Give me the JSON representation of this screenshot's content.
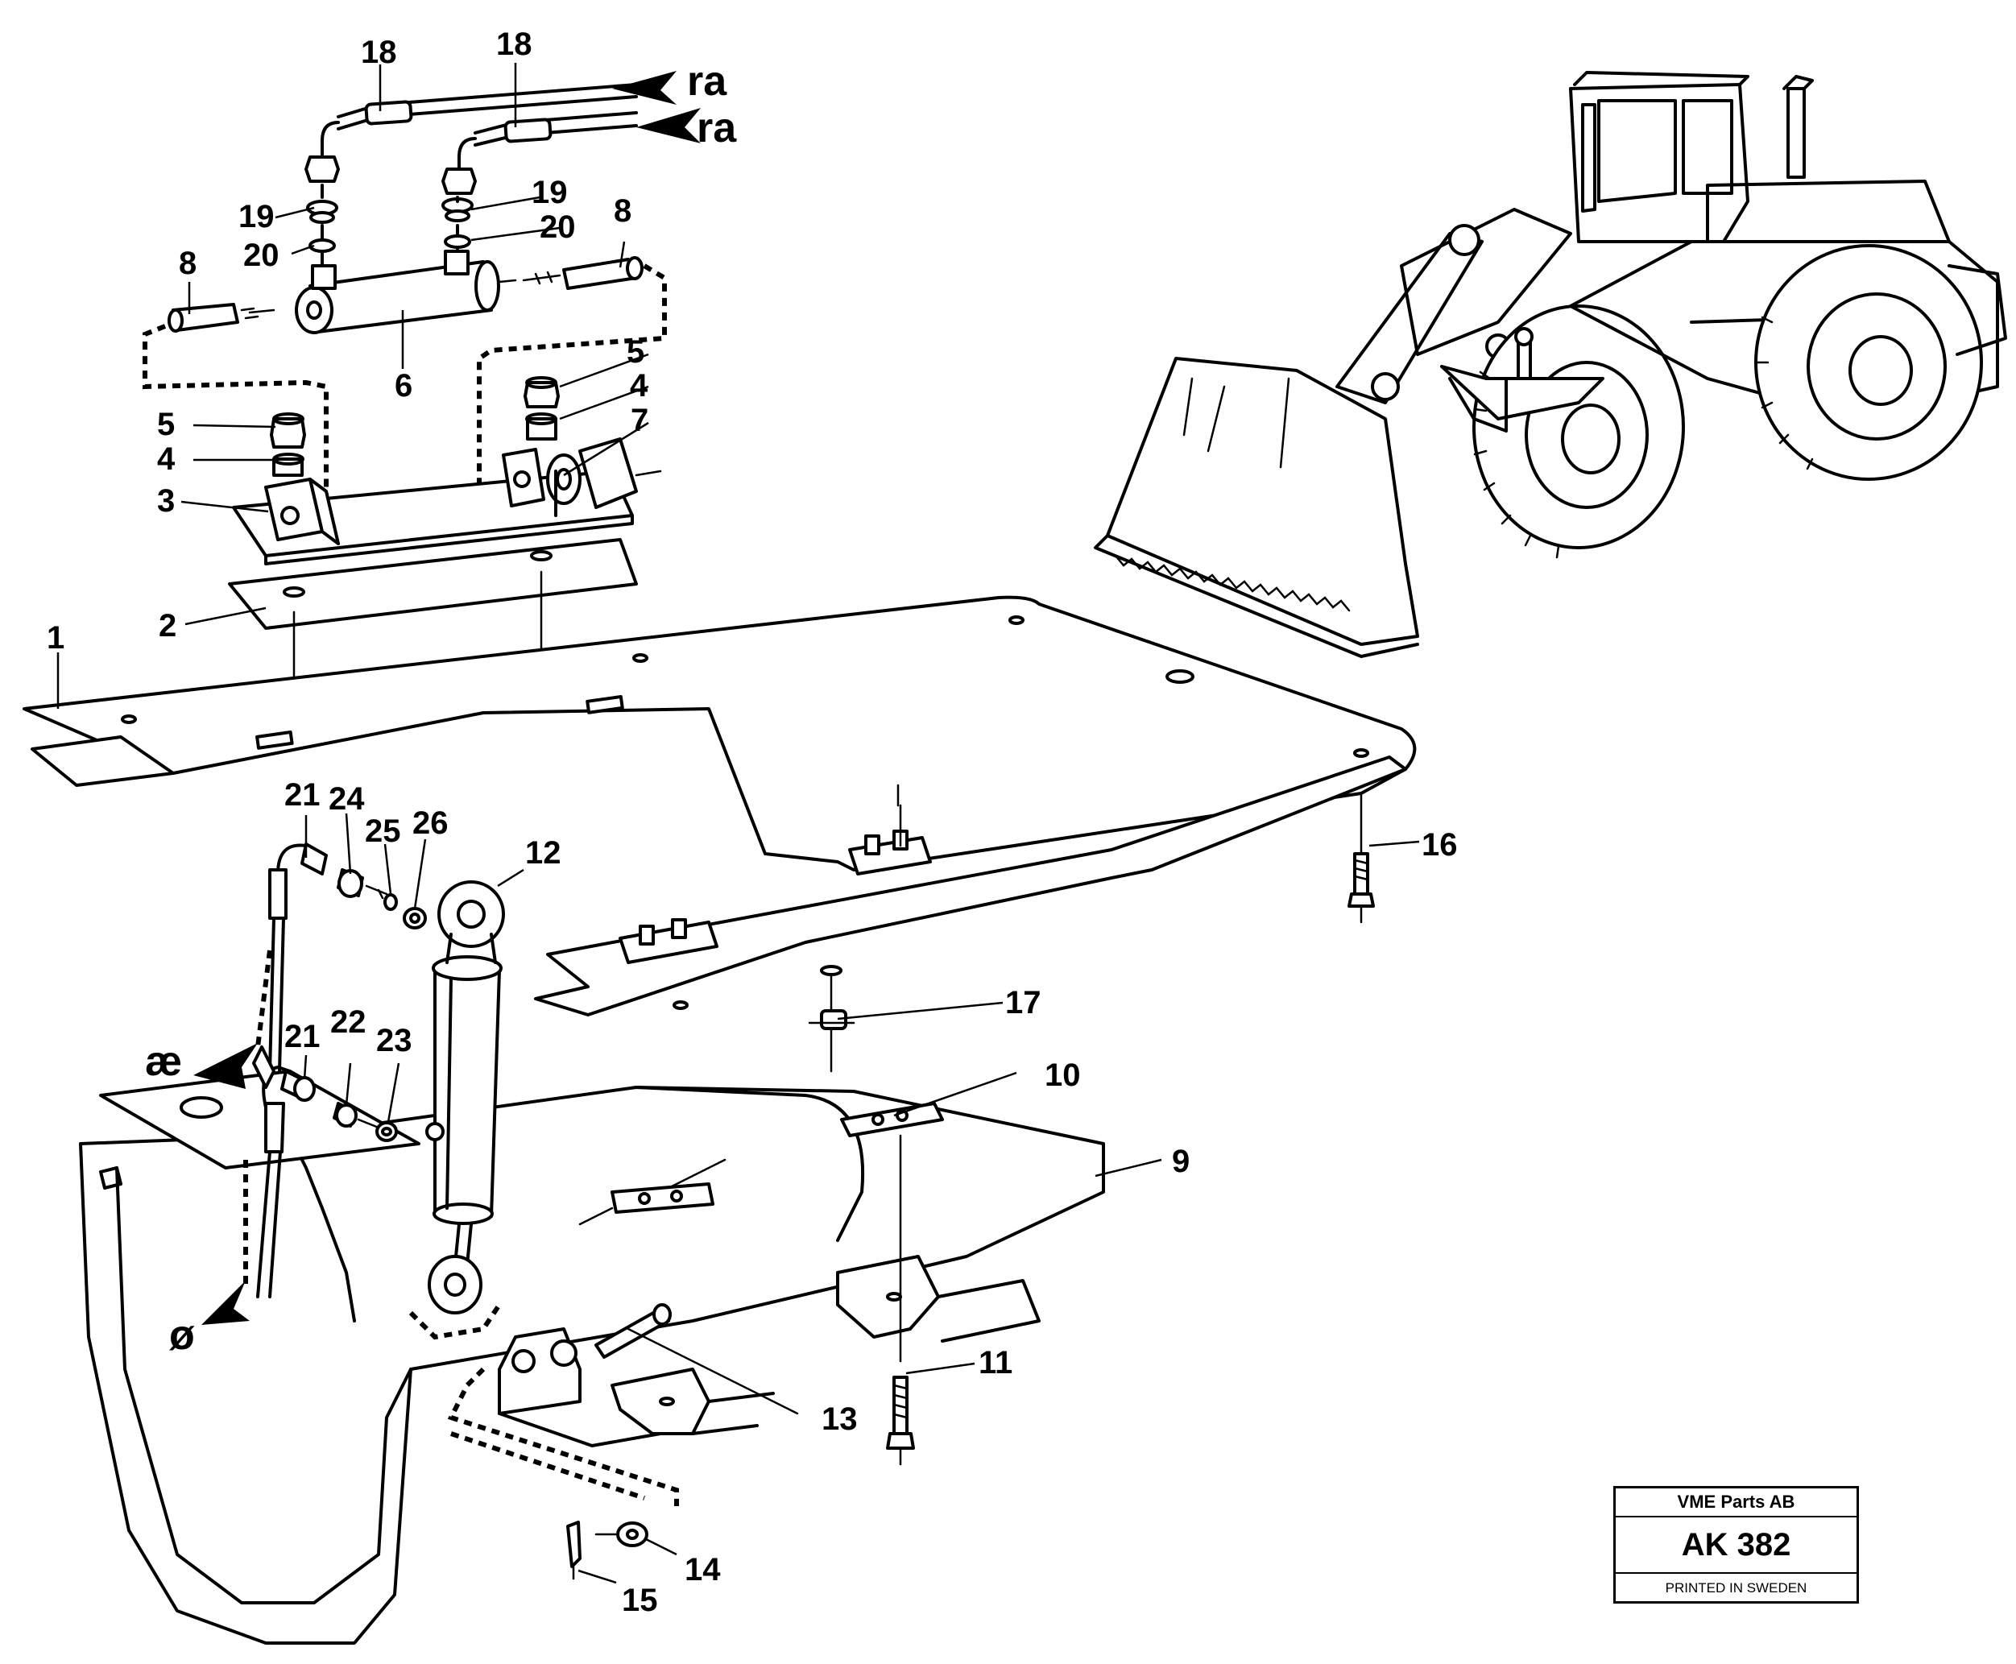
{
  "title_block": {
    "company": "VME Parts AB",
    "code": "AK 382",
    "footer": "PRINTED IN SWEDEN"
  },
  "callouts": {
    "n1": "1",
    "n2": "2",
    "n3": "3",
    "n4a": "4",
    "n4b": "4",
    "n5a": "5",
    "n5b": "5",
    "n6": "6",
    "n7": "7",
    "n8a": "8",
    "n8b": "8",
    "n9": "9",
    "n10": "10",
    "n11": "11",
    "n12": "12",
    "n13": "13",
    "n14": "14",
    "n15": "15",
    "n16": "16",
    "n17": "17",
    "n18a": "18",
    "n18b": "18",
    "n19a": "19",
    "n19b": "19",
    "n20a": "20",
    "n20b": "20",
    "n21a": "21",
    "n21b": "21",
    "n22": "22",
    "n23": "23",
    "n24": "24",
    "n25": "25",
    "n26": "26"
  },
  "flow_markers": {
    "ra_top": "ra",
    "ra_bottom": "ra",
    "ae": "æ",
    "oe": "ø"
  }
}
